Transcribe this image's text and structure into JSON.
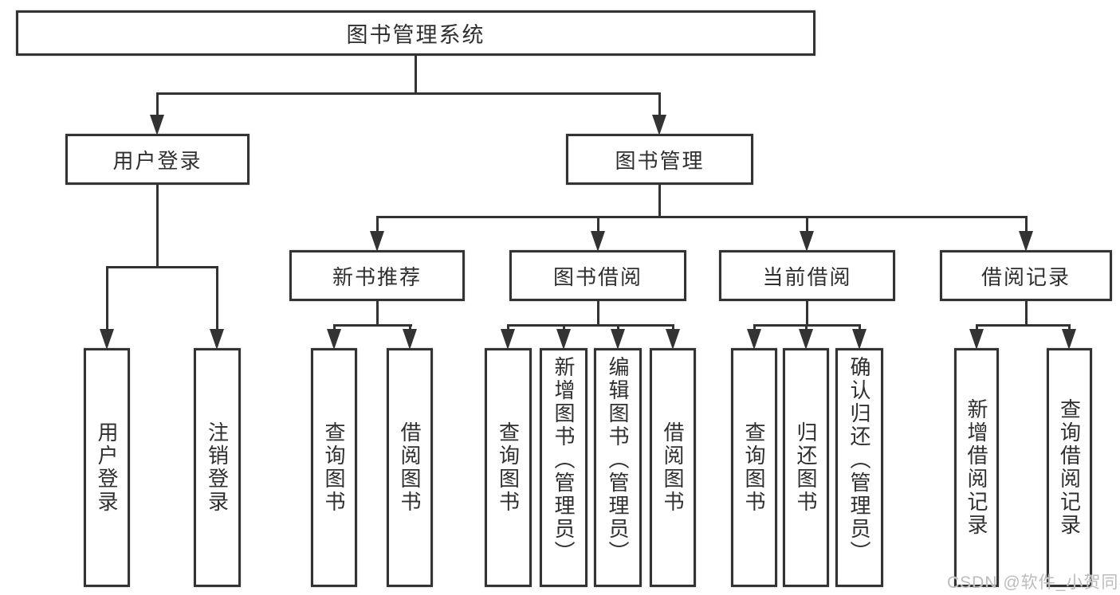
{
  "diagram_type": "functional-structure-tree",
  "colors": {
    "background": "#ffffff",
    "line": "#333333",
    "box_border": "#333333",
    "box_background": "#ffffff",
    "text": "#2f2f2f",
    "watermark": "#bcbcbc"
  },
  "hierarchy": {
    "label": "图书管理系统",
    "children": [
      {
        "label": "用户登录",
        "children": [
          {
            "label": "用户登录"
          },
          {
            "label": "注销登录"
          }
        ]
      },
      {
        "label": "图书管理",
        "children": [
          {
            "label": "新书推荐",
            "children": [
              {
                "label": "查询图书"
              },
              {
                "label": "借阅图书"
              }
            ]
          },
          {
            "label": "图书借阅",
            "children": [
              {
                "label": "查询图书"
              },
              {
                "label": "新增图书（管理员）"
              },
              {
                "label": "编辑图书（管理员）"
              },
              {
                "label": "借阅图书"
              }
            ]
          },
          {
            "label": "当前借阅",
            "children": [
              {
                "label": "查询图书"
              },
              {
                "label": "归还图书"
              },
              {
                "label": "确认归还（管理员）"
              }
            ]
          },
          {
            "label": "借阅记录",
            "children": [
              {
                "label": "新增借阅记录"
              },
              {
                "label": "查询借阅记录"
              }
            ]
          }
        ]
      }
    ]
  },
  "watermark": "CSDN @软件_小贺同学"
}
